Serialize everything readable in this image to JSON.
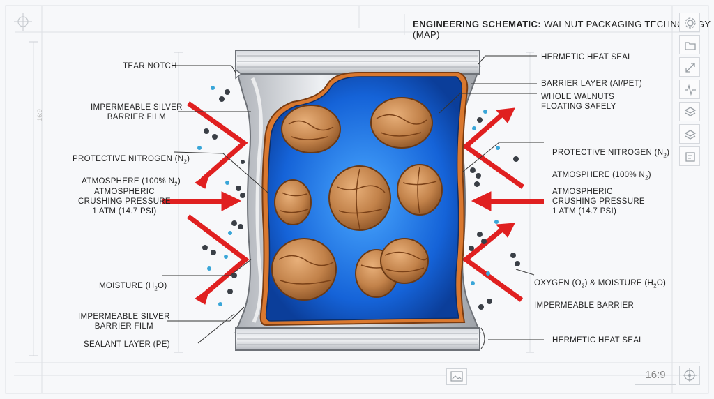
{
  "title": {
    "bold": "ENGINEERING SCHEMATIC:",
    "rest": "WALNUT PACKAGING TECHNOLOGY (MAP)"
  },
  "left_labels": {
    "tear_notch": "TEAR NOTCH",
    "barrier_film_top": "IMPERMEABLE SILVER\nBARRIER FILM",
    "nitrogen_line1": "PROTECTIVE NITROGEN (N",
    "nitrogen_sub1": "2",
    "nitrogen_line2": "ATMOSPHERE (100% N",
    "nitrogen_sub2": "2",
    "pressure": "ATMOSPHERIC\nCRUSHING PRESSURE\n1 ATM (14.7 PSI)",
    "moisture_a": "MOISTURE (H",
    "moisture_sub": "2",
    "moisture_b": "O)",
    "barrier_film_bottom": "IMPERMEABLE SILVER\nBARRIER FILM",
    "sealant": "SEALANT LAYER (PE)"
  },
  "right_labels": {
    "heat_seal_top": "HERMETIC HEAT SEAL",
    "barrier_layer": "BARRIER LAYER (AI/PET)",
    "walnuts": "WHOLE WALNUTS\nFLOATING SAFELY",
    "nitrogen_line1": "PROTECTIVE NITROGEN (N",
    "nitrogen_sub1": "2",
    "nitrogen_line2": "ATMOSPHERE (100% N",
    "nitrogen_sub2": "2",
    "pressure": "ATMOSPHERIC\nCRUSHING PRESSURE\n1 ATM (14.7 PSI)",
    "oxygen_a": "OXYGEN (O",
    "oxygen_sub": "2",
    "oxygen_b": ") & MOISTURE (H",
    "oxygen_sub2": "2",
    "oxygen_c": "O)",
    "oxygen_line2": "IMPERMEABLE BARRIER",
    "heat_seal_bottom": "HERMETIC HEAT SEAL"
  },
  "aspect_ratio": "16:9",
  "ruler_mark": "16:9",
  "colors": {
    "arrow": "#e02020",
    "gas_inside": "#1e6fe0",
    "foil": "#c9ccd1",
    "barrier": "#d9782f",
    "walnut": "#c98a4e",
    "dot_blue": "#3aa6d8",
    "dot_dark": "#3a3f46"
  },
  "toolbar_icons": [
    "gear-icon",
    "folder-icon",
    "resize-icon",
    "waveform-icon",
    "layers-icon",
    "stack-icon",
    "note-icon"
  ]
}
